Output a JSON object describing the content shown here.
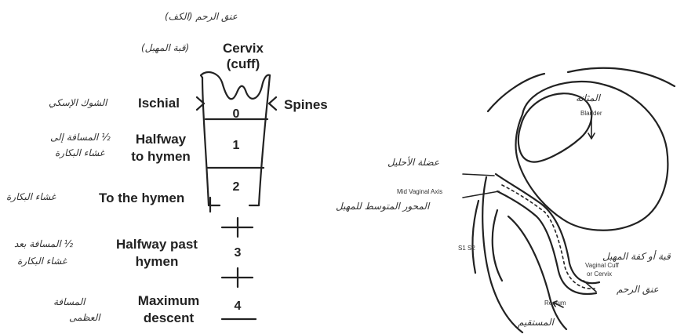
{
  "left_diagram": {
    "cervix": "Cervix",
    "cuff": "(cuff)",
    "ischial": "Ischial",
    "spines": "Spines",
    "halfway_to_1": "Halfway",
    "halfway_to_2": "to hymen",
    "to_the_hymen": "To the hymen",
    "halfway_past_1": "Halfway past",
    "halfway_past_2": "hymen",
    "maximum_1": "Maximum",
    "maximum_2": "descent",
    "levels": [
      "0",
      "1",
      "2",
      "3",
      "4"
    ]
  },
  "right_diagram": {
    "bladder": "Bladder",
    "mid_vaginal_axis": "Mid Vaginal Axis",
    "vaginal_cuff_1": "Vaginal Cuff",
    "vaginal_cuff_2": "or Cervix",
    "rectum": "Rectum",
    "s1_s2": "S1 S2"
  },
  "arabic": {
    "cervix_top": "عنق الرحم (الكف)",
    "cervix_2": "(قبة المهبل)",
    "ischial": "الشوك الإسكي",
    "halfway_1": "½ المسافة إلى",
    "halfway_2": "غشاء البكارة",
    "to_hymen": "غشاء البكارة",
    "past_1": "½ المسافة بعد",
    "past_2": "غشاء البكارة",
    "max_1": "المسافة",
    "max_2": "العظمى",
    "bladder": "المثانة",
    "levator": "عضلة الأحليل",
    "axis": "المحور المتوسط للمهبل",
    "cuff_1": "قبة أو كفة المهبل",
    "cuff_2": "عنق الرحم",
    "rectum": "المستقيم"
  }
}
